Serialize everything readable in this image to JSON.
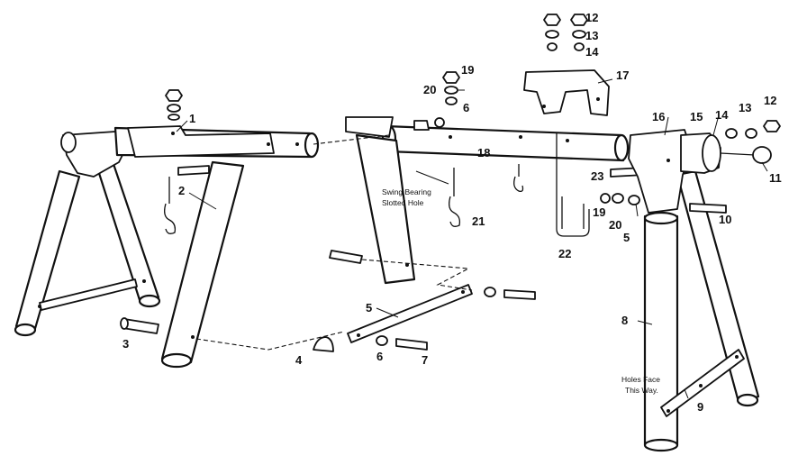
{
  "callouts": [
    "1",
    "2",
    "3",
    "4",
    "5",
    "5",
    "6",
    "6",
    "7",
    "8",
    "9",
    "10",
    "11",
    "12",
    "12",
    "13",
    "13",
    "14",
    "14",
    "15",
    "16",
    "17",
    "18",
    "19",
    "19",
    "20",
    "20",
    "21",
    "22",
    "23"
  ],
  "notes": {
    "swing_bearing_line1": "Swing Bearing",
    "swing_bearing_line2": "Slotted Hole",
    "holes_face_line1": "Holes Face",
    "holes_face_line2": "This Way."
  }
}
